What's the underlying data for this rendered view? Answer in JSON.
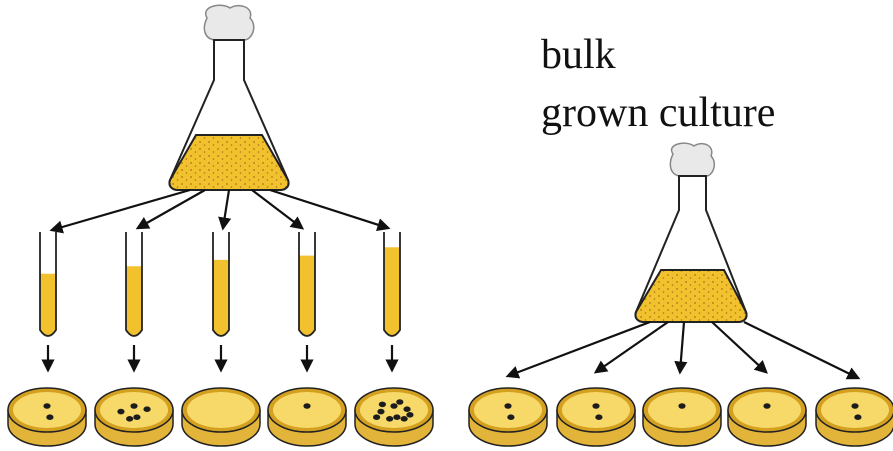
{
  "labels": [
    "bulk",
    "grown culture"
  ],
  "colors": {
    "medium": "#f2c12e",
    "medium_dark": "#d99a16",
    "plate_top": "#f7d96a",
    "plate_rim": "#d4a020",
    "plate_base": "#e3b43a",
    "outline": "#222222",
    "glass": "#ffffff",
    "colony": "#1c1c1c",
    "cotton": "#e9e9e9",
    "arrow": "#111111"
  },
  "left_experiment": {
    "flask_icon": "flask-with-culture-icon",
    "tube_count": 5,
    "tube_fill_levels": [
      0.55,
      0.62,
      0.68,
      0.72,
      0.8
    ],
    "plate_colony_counts": [
      2,
      5,
      0,
      1,
      10
    ]
  },
  "right_experiment": {
    "flask_icon": "flask-with-culture-icon",
    "plate_colony_counts": [
      2,
      2,
      1,
      1,
      2
    ]
  }
}
